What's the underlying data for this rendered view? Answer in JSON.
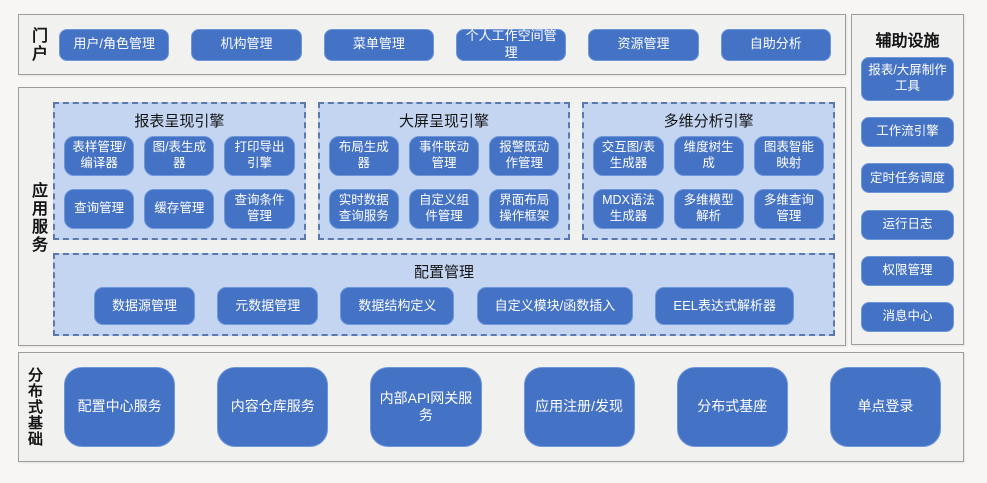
{
  "colors": {
    "node_blue": "#4472c4",
    "node_border": "#6e97d9",
    "panel_blue": "#c3d5f1",
    "panel_dash_border": "#5b79ad",
    "section_bg": "#f1f1f0",
    "section_border": "#9d9d9d",
    "text_dark": "#141414",
    "text_light": "#ffffff"
  },
  "portal": {
    "label": "门户",
    "buttons": [
      "用户/角色管理",
      "机构管理",
      "菜单管理",
      "个人工作空间管理",
      "资源管理",
      "自助分析"
    ]
  },
  "app_services": {
    "label": "应用服务",
    "engines": [
      {
        "title": "报表呈现引擎",
        "buttons": [
          "表样管理/编译器",
          "图/表生成器",
          "打印导出引擎",
          "查询管理",
          "缓存管理",
          "查询条件管理"
        ]
      },
      {
        "title": "大屏呈现引擎",
        "buttons": [
          "布局生成器",
          "事件联动管理",
          "报警既动作管理",
          "实时数据查询服务",
          "自定义组件管理",
          "界面布局操作框架"
        ]
      },
      {
        "title": "多维分析引擎",
        "buttons": [
          "交互图/表生成器",
          "维度树生成",
          "图表智能映射",
          "MDX语法生成器",
          "多维模型解析",
          "多维查询管理"
        ]
      }
    ],
    "config": {
      "title": "配置管理",
      "buttons": [
        "数据源管理",
        "元数据管理",
        "数据结构定义",
        "自定义模块/函数插入",
        "EEL表达式解析器"
      ]
    }
  },
  "auxiliary": {
    "title": "辅助设施",
    "buttons": [
      "报表/大屏制作工具",
      "工作流引擎",
      "定时任务调度",
      "运行日志",
      "权限管理",
      "消息中心"
    ]
  },
  "foundation": {
    "label": "分布式基础",
    "buttons": [
      "配置中心服务",
      "内容仓库服务",
      "内部API网关服务",
      "应用注册/发现",
      "分布式基座",
      "单点登录"
    ]
  }
}
